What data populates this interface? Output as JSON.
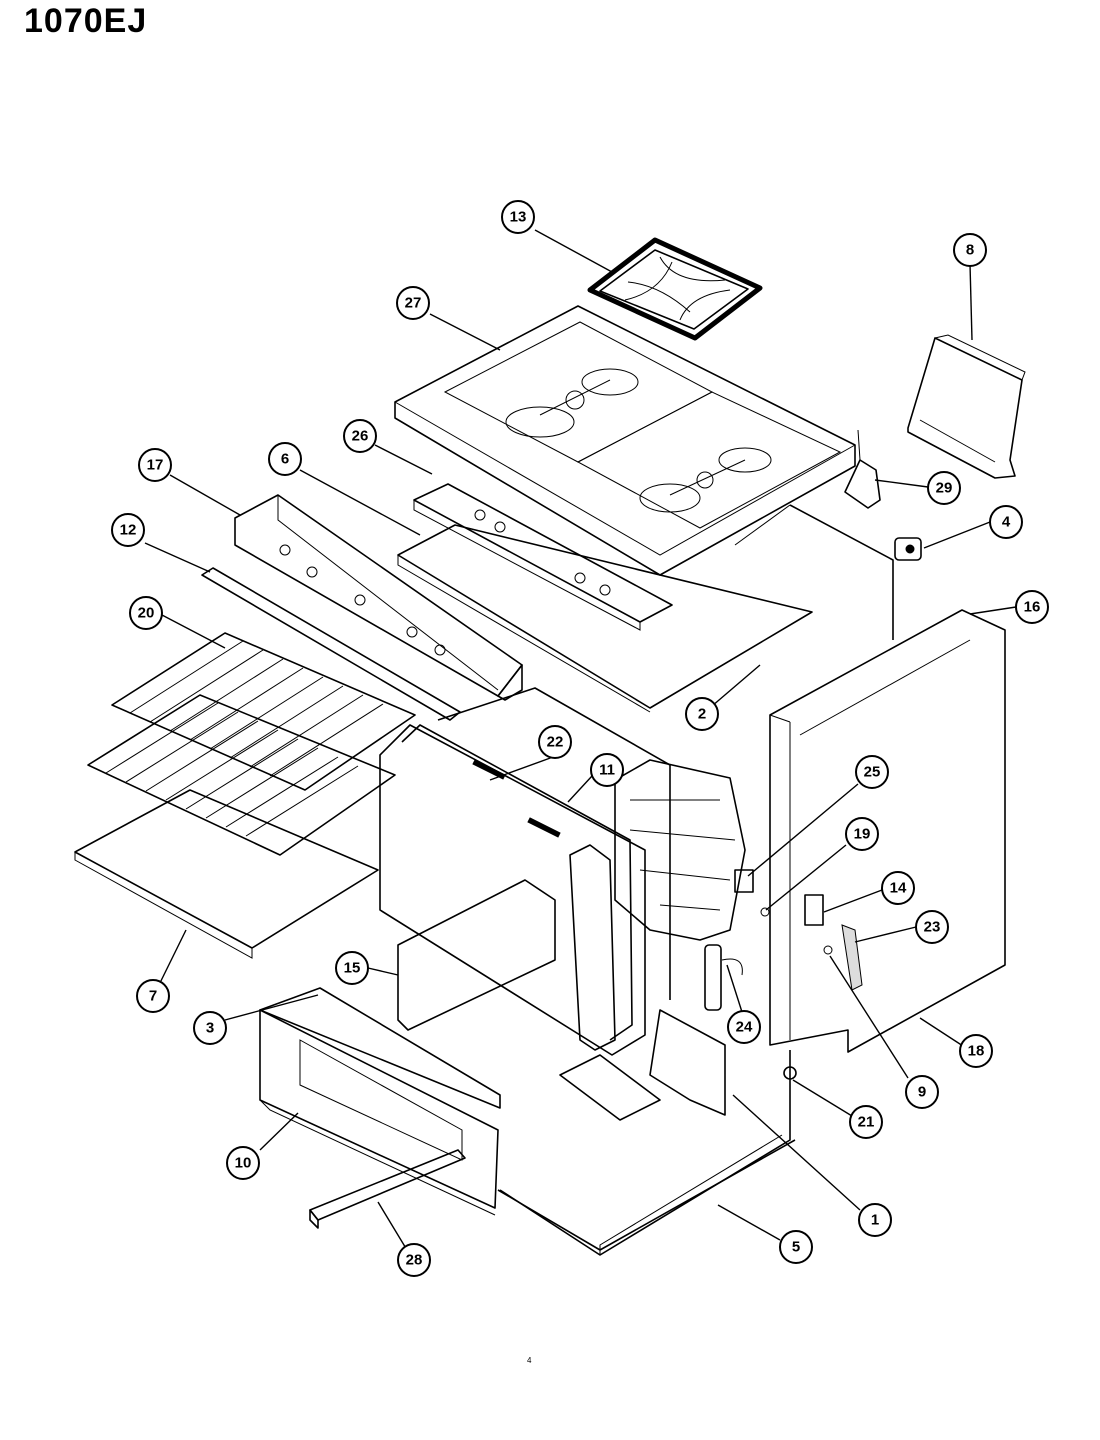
{
  "header": {
    "model": "1070EJ"
  },
  "footer": {
    "page_number": "4"
  },
  "callouts": [
    {
      "id": "c13",
      "label": "13"
    },
    {
      "id": "c8",
      "label": "8"
    },
    {
      "id": "c27",
      "label": "27"
    },
    {
      "id": "c26",
      "label": "26"
    },
    {
      "id": "c17",
      "label": "17"
    },
    {
      "id": "c6",
      "label": "6"
    },
    {
      "id": "c29",
      "label": "29"
    },
    {
      "id": "c4",
      "label": "4"
    },
    {
      "id": "c12",
      "label": "12"
    },
    {
      "id": "c16",
      "label": "16"
    },
    {
      "id": "c20",
      "label": "20"
    },
    {
      "id": "c2",
      "label": "2"
    },
    {
      "id": "c22",
      "label": "22"
    },
    {
      "id": "c11",
      "label": "11"
    },
    {
      "id": "c25",
      "label": "25"
    },
    {
      "id": "c19",
      "label": "19"
    },
    {
      "id": "c14",
      "label": "14"
    },
    {
      "id": "c23",
      "label": "23"
    },
    {
      "id": "c15",
      "label": "15"
    },
    {
      "id": "c7",
      "label": "7"
    },
    {
      "id": "c3",
      "label": "3"
    },
    {
      "id": "c24",
      "label": "24"
    },
    {
      "id": "c18",
      "label": "18"
    },
    {
      "id": "c9",
      "label": "9"
    },
    {
      "id": "c21",
      "label": "21"
    },
    {
      "id": "c10",
      "label": "10"
    },
    {
      "id": "c1",
      "label": "1"
    },
    {
      "id": "c5",
      "label": "5"
    },
    {
      "id": "c28",
      "label": "28"
    }
  ]
}
